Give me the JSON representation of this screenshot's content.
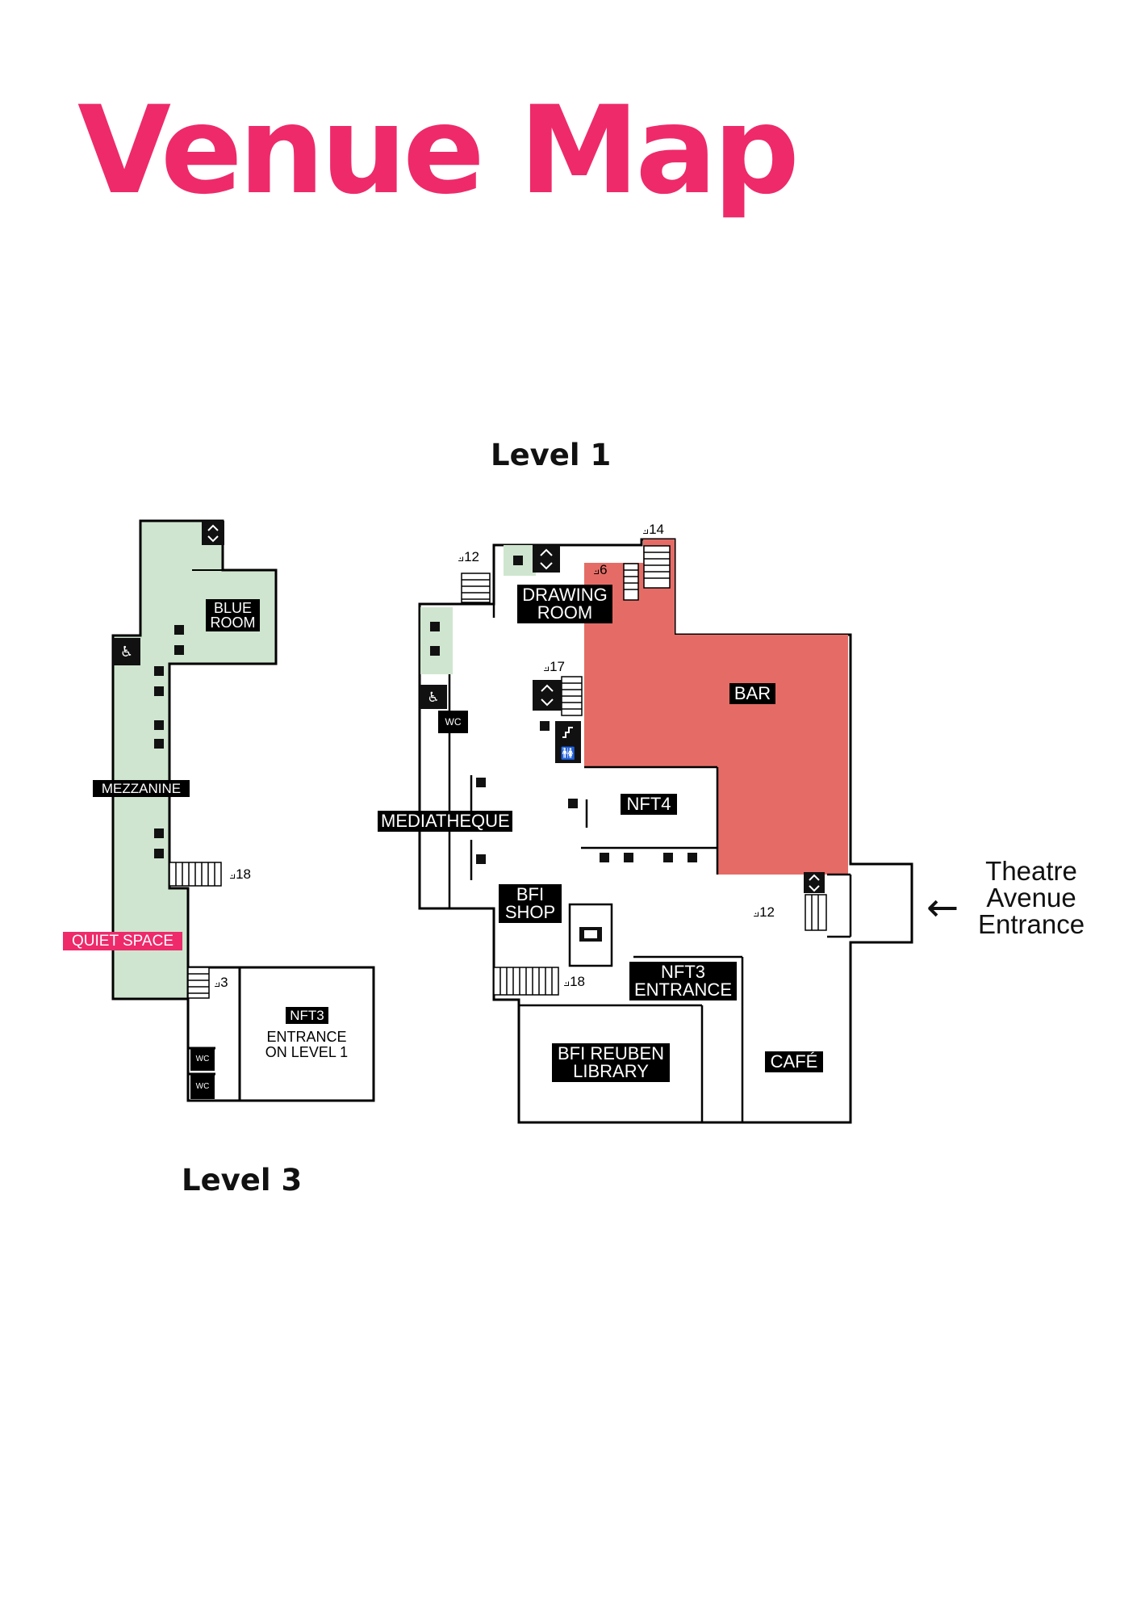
{
  "title": "Venue Map",
  "colors": {
    "accent": "#ee2a6b",
    "bar": "#e56c66",
    "green": "#cfe5cf"
  },
  "levels": {
    "level1": "Level 1",
    "level3": "Level 3"
  },
  "level3": {
    "rooms": {
      "blue_room_1": "BLUE",
      "blue_room_2": "ROOM",
      "mezzanine": "MEZZANINE",
      "quiet_space": "QUIET SPACE",
      "nft3": "NFT3",
      "nft3_entrance_1": "ENTRANCE",
      "nft3_entrance_2": "ON LEVEL 1",
      "wc_1": "WC",
      "wc_2": "WC"
    },
    "stairs": {
      "s18": "18",
      "s3": "3"
    },
    "icons": [
      "lift-icon",
      "accessible-icon",
      "stairs-icon",
      "wc-icon"
    ]
  },
  "level1": {
    "rooms": {
      "drawing_room_1": "DRAWING",
      "drawing_room_2": "ROOM",
      "bar": "BAR",
      "nft4": "NFT4",
      "mediatheque": "MEDIATHEQUE",
      "bfi_shop_1": "BFI",
      "bfi_shop_2": "SHOP",
      "nft3_entrance_1": "NFT3",
      "nft3_entrance_2": "ENTRANCE",
      "library_1": "BFI REUBEN",
      "library_2": "LIBRARY",
      "cafe": "CAFÉ",
      "wc": "WC"
    },
    "stairs": {
      "s12a": "12",
      "s14": "14",
      "s6": "6",
      "s17": "17",
      "s18": "18",
      "s12b": "12"
    },
    "icons": [
      "lift-icon",
      "accessible-icon",
      "stairs-icon",
      "toilets-icon",
      "ticket-icon"
    ]
  },
  "entrance": {
    "line1": "Theatre",
    "line2": "Avenue",
    "line3": "Entrance"
  }
}
